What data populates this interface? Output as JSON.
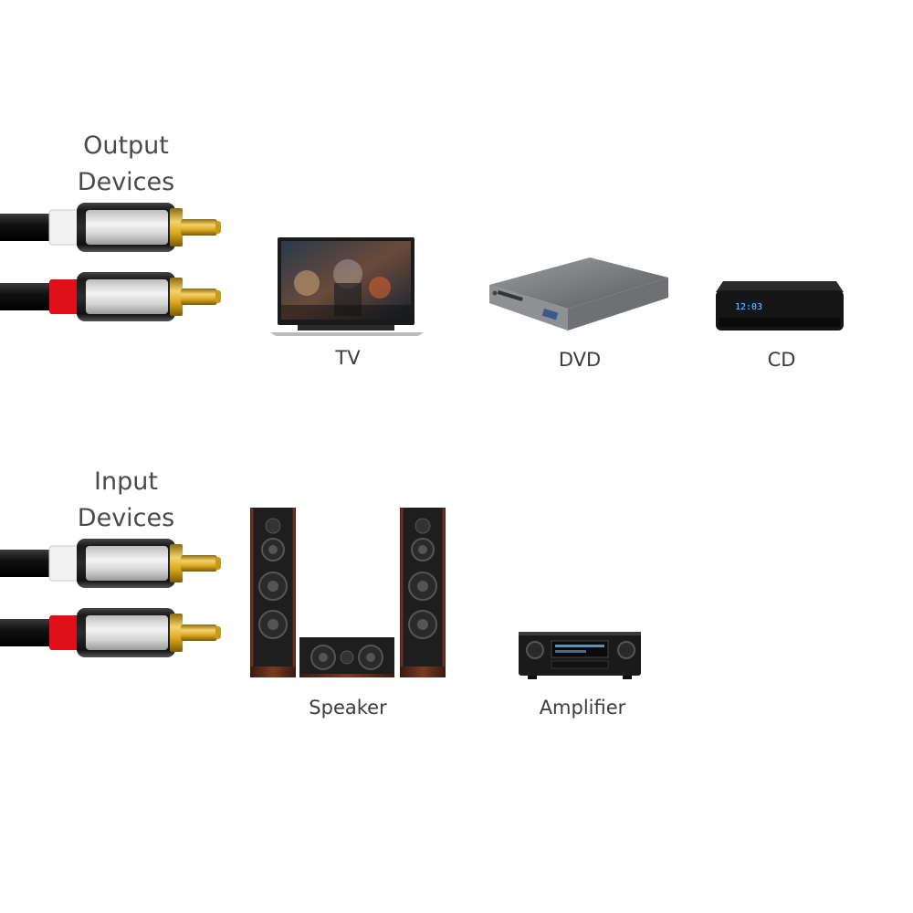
{
  "output_section": {
    "heading_line1": "Output",
    "heading_line2": "Devices",
    "devices": [
      {
        "label": "TV",
        "icon": "tv-icon"
      },
      {
        "label": "DVD",
        "icon": "dvd-player-icon"
      },
      {
        "label": "CD",
        "icon": "cd-player-icon"
      }
    ]
  },
  "input_section": {
    "heading_line1": "Input",
    "heading_line2": "Devices",
    "devices": [
      {
        "label": "Speaker",
        "icon": "speaker-set-icon"
      },
      {
        "label": "Amplifier",
        "icon": "amplifier-icon"
      }
    ]
  },
  "colors": {
    "text": "#4a4a4a",
    "cable": "#111111",
    "plug_white": "#f2f2f2",
    "plug_red": "#e0101a",
    "gold": "#d9a820"
  }
}
